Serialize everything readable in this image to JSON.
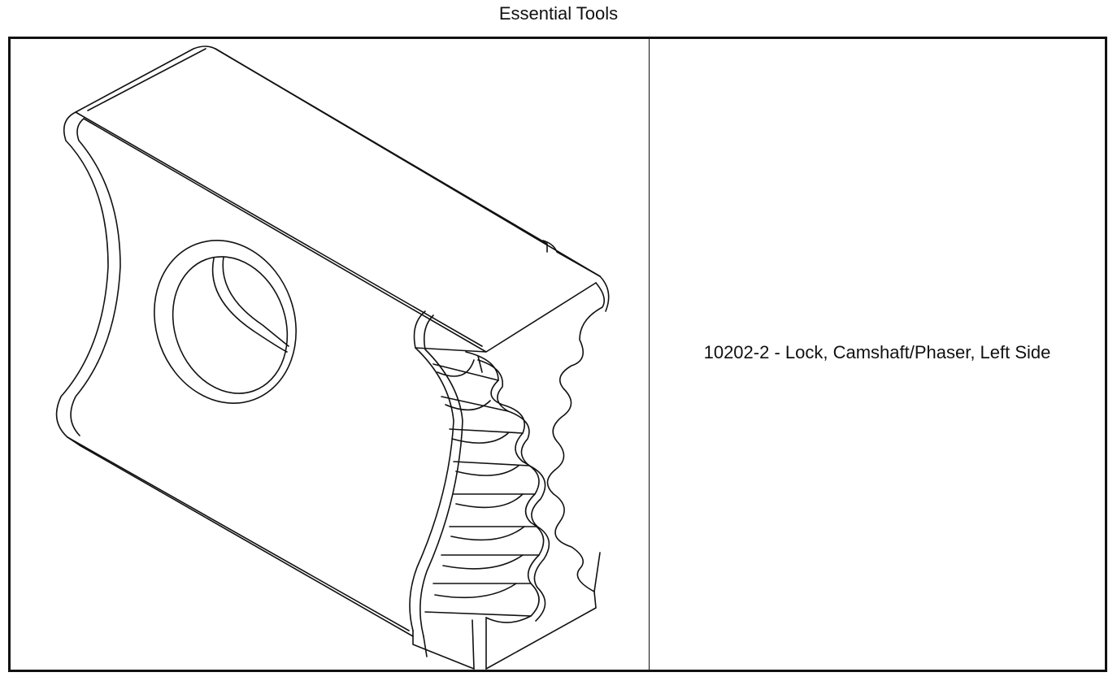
{
  "page": {
    "title": "Essential Tools"
  },
  "tools": [
    {
      "caption": "10202-2 - Lock, Camshaft/Phaser, Left Side",
      "illustration_icon": "camshaft-phaser-lock-tool-drawing"
    }
  ]
}
